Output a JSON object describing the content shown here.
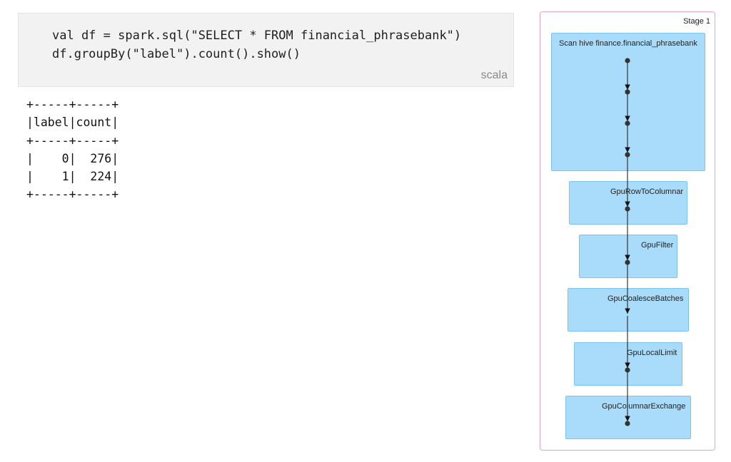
{
  "code_cell": {
    "lines": [
      "val df = spark.sql(\"SELECT * FROM financial_phrasebank\")",
      "df.groupBy(\"label\").count().show()"
    ],
    "language": "scala"
  },
  "output": {
    "lines": [
      "+-----+-----+",
      "|label|count|",
      "+-----+-----+",
      "|    0|  276|",
      "|    1|  224|",
      "+-----+-----+"
    ]
  },
  "dag": {
    "stage_label": "Stage 1",
    "nodes": [
      {
        "label": "Scan hive finance.financial_phrasebank"
      },
      {
        "label": "GpuRowToColumnar"
      },
      {
        "label": "GpuFilter"
      },
      {
        "label": "GpuCoalesceBatches"
      },
      {
        "label": "GpuLocalLimit"
      },
      {
        "label": "GpuColumnarExchange"
      }
    ]
  },
  "colors": {
    "node_fill": "#a9dcfa",
    "node_border": "#7cc3ee",
    "stage_border": "#e7a6b8",
    "edge": "#222222",
    "code_bg": "#f2f2f2"
  }
}
